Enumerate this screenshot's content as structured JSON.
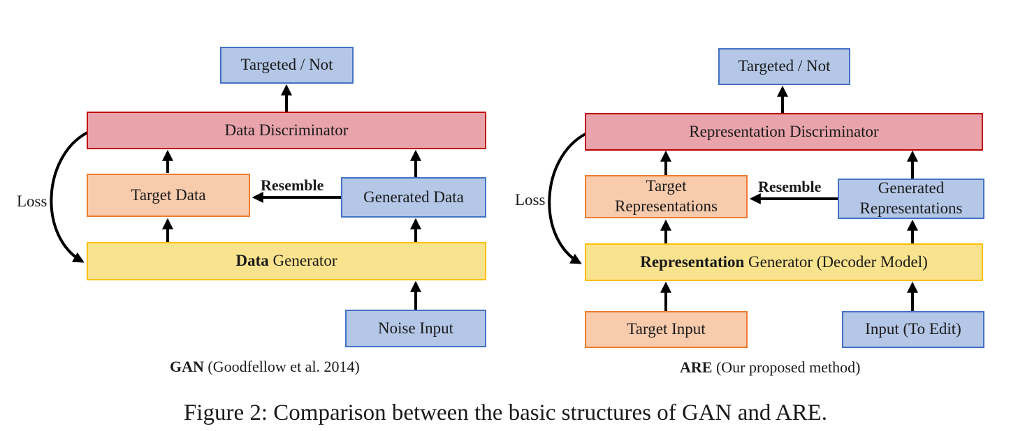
{
  "gan": {
    "output_label": "Targeted / Not",
    "discriminator_label": "Data Discriminator",
    "target_label": "Target Data",
    "resemble_label": "Resemble",
    "generated_label": "Generated Data",
    "loss_label": "Loss",
    "generator_bold": "Data",
    "generator_rest": " Generator",
    "noise_label": "Noise Input",
    "caption_bold": "GAN",
    "caption_rest": " (Goodfellow et al. 2014)"
  },
  "are": {
    "output_label": "Targeted / Not",
    "discriminator_label": "Representation Discriminator",
    "target_line1": "Target",
    "target_line2": "Representations",
    "resemble_label": "Resemble",
    "generated_line1": "Generated",
    "generated_line2": "Representations",
    "loss_label": "Loss",
    "generator_bold": "Representation",
    "generator_rest": " Generator (Decoder Model)",
    "target_input_label": "Target Input",
    "edit_input_label": "Input (To Edit)",
    "caption_bold": "ARE",
    "caption_rest": " (Our proposed method)"
  },
  "figure_caption": "Figure 2: Comparison between the basic structures of GAN and ARE.",
  "colors": {
    "blue_fill": "#b4c7e7",
    "blue_border": "#4472c4",
    "red_fill": "#e8a3ab",
    "red_border": "#c00000",
    "orange_fill": "#f8cbad",
    "orange_border": "#ed7d31",
    "yellow_fill": "#fae38e",
    "yellow_border": "#ffc000"
  }
}
